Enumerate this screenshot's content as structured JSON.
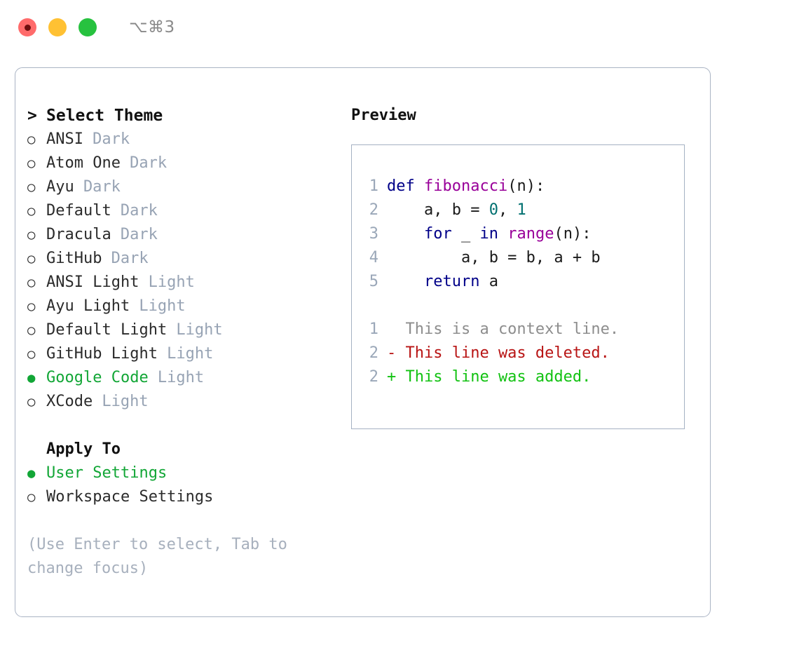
{
  "titlebar": {
    "lights": [
      {
        "name": "close",
        "color": "#ff6b6b",
        "active": true
      },
      {
        "name": "minimize",
        "color": "#ffc133",
        "active": false
      },
      {
        "name": "maximize",
        "color": "#27c23f",
        "active": false
      }
    ],
    "shortcut": "⌥⌘3"
  },
  "left": {
    "heading": "Select Theme",
    "caret": ">",
    "bullet_selected": "●",
    "bullet_unselected": "○",
    "themes": [
      {
        "label": "ANSI",
        "tag": "Dark",
        "selected": false
      },
      {
        "label": "Atom One",
        "tag": "Dark",
        "selected": false
      },
      {
        "label": "Ayu",
        "tag": "Dark",
        "selected": false
      },
      {
        "label": "Default",
        "tag": "Dark",
        "selected": false
      },
      {
        "label": "Dracula",
        "tag": "Dark",
        "selected": false
      },
      {
        "label": "GitHub",
        "tag": "Dark",
        "selected": false
      },
      {
        "label": "ANSI Light",
        "tag": "Light",
        "selected": false
      },
      {
        "label": "Ayu Light",
        "tag": "Light",
        "selected": false
      },
      {
        "label": "Default Light",
        "tag": "Light",
        "selected": false
      },
      {
        "label": "GitHub Light",
        "tag": "Light",
        "selected": false
      },
      {
        "label": "Google Code",
        "tag": "Light",
        "selected": true
      },
      {
        "label": "XCode",
        "tag": "Light",
        "selected": false
      }
    ],
    "apply_to_heading": "Apply To",
    "apply_to": [
      {
        "label": "User Settings",
        "selected": true
      },
      {
        "label": "Workspace Settings",
        "selected": false
      }
    ],
    "hint": "(Use Enter to select, Tab to change focus)"
  },
  "right": {
    "title": "Preview",
    "code_lines": [
      {
        "num": "1",
        "tokens": [
          {
            "t": "def ",
            "c": "kw"
          },
          {
            "t": "fibonacci",
            "c": "fn"
          },
          {
            "t": "(n):",
            "c": "pl"
          }
        ]
      },
      {
        "num": "2",
        "tokens": [
          {
            "t": "    a, b = ",
            "c": "pl"
          },
          {
            "t": "0",
            "c": "num"
          },
          {
            "t": ", ",
            "c": "pl"
          },
          {
            "t": "1",
            "c": "num"
          }
        ]
      },
      {
        "num": "3",
        "tokens": [
          {
            "t": "    ",
            "c": "pl"
          },
          {
            "t": "for",
            "c": "kw"
          },
          {
            "t": " _ ",
            "c": "pl"
          },
          {
            "t": "in",
            "c": "kw"
          },
          {
            "t": " ",
            "c": "pl"
          },
          {
            "t": "range",
            "c": "fn"
          },
          {
            "t": "(n):",
            "c": "pl"
          }
        ]
      },
      {
        "num": "4",
        "tokens": [
          {
            "t": "        a, b = b, a + b",
            "c": "pl"
          }
        ]
      },
      {
        "num": "5",
        "tokens": [
          {
            "t": "    ",
            "c": "pl"
          },
          {
            "t": "return",
            "c": "kw"
          },
          {
            "t": " a",
            "c": "pl"
          }
        ]
      }
    ],
    "diff_lines": [
      {
        "num": "1",
        "tokens": [
          {
            "t": "  This is a context line.",
            "c": "ctx"
          }
        ]
      },
      {
        "num": "2",
        "tokens": [
          {
            "t": "- This line was deleted.",
            "c": "del"
          }
        ]
      },
      {
        "num": "2",
        "tokens": [
          {
            "t": "+ This line was added.",
            "c": "add"
          }
        ]
      }
    ]
  }
}
